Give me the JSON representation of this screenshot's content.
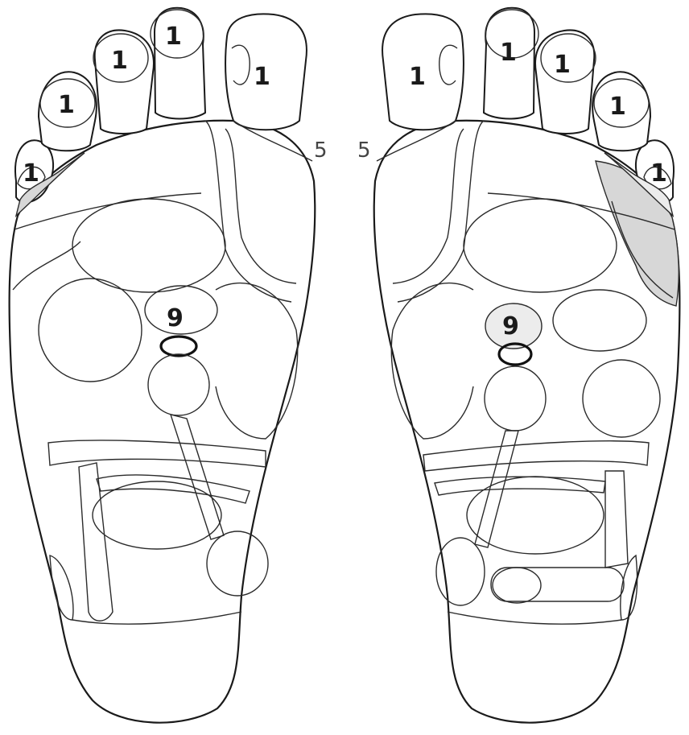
{
  "toe_label": "1",
  "side_label": "5",
  "center_label": "9"
}
